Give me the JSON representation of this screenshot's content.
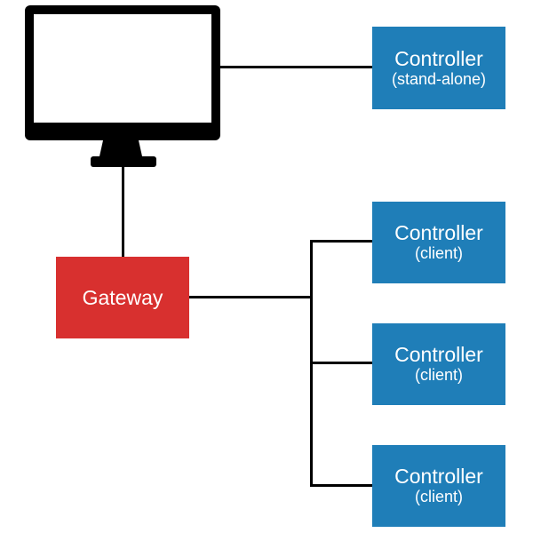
{
  "diagram": {
    "monitor": {
      "icon": "monitor-icon",
      "frame_color": "#000000",
      "screen_color": "#ffffff"
    },
    "gateway": {
      "label": "Gateway",
      "color": "#d8302f"
    },
    "controllers": [
      {
        "title": "Controller",
        "subtitle": "(stand-alone)"
      },
      {
        "title": "Controller",
        "subtitle": "(client)"
      },
      {
        "title": "Controller",
        "subtitle": "(client)"
      },
      {
        "title": "Controller",
        "subtitle": "(client)"
      }
    ],
    "controller_color": "#1f7eb8",
    "connector_color": "#000000"
  }
}
